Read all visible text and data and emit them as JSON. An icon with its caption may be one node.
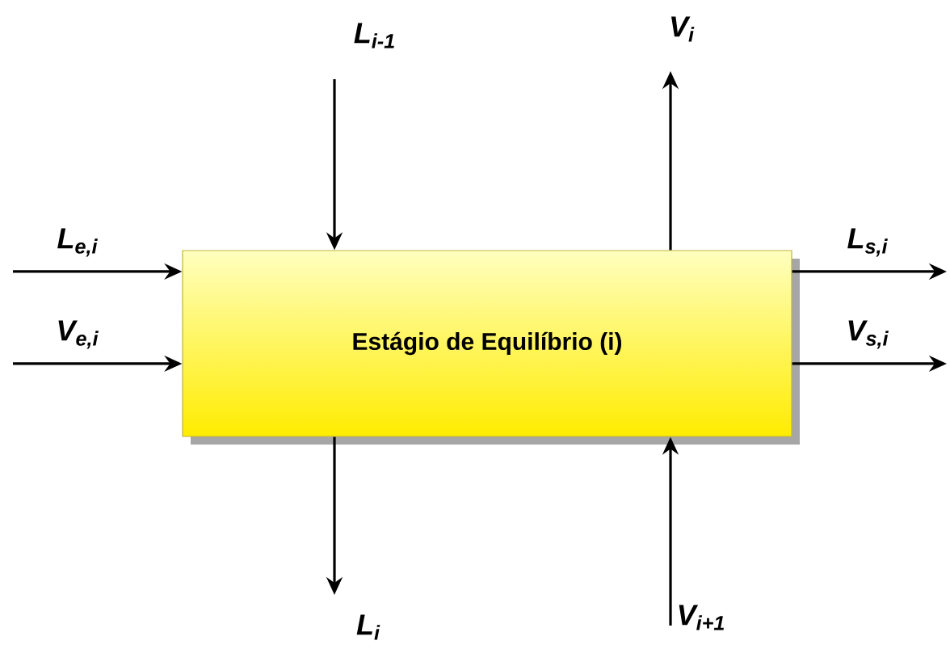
{
  "diagram": {
    "nodes": [
      {
        "text": [
          "Estágio de Equilíbrio (i)"
        ]
      },
      {
        "text": [
          "L$_{i-1}$"
        ]
      },
      {
        "text": [
          "V$_{i}$"
        ]
      },
      {
        "text": [
          "L$_{e,i}$"
        ]
      },
      {
        "text": [
          "V$_{e,i}$"
        ]
      },
      {
        "text": [
          "L$_{s,i}$"
        ]
      },
      {
        "text": [
          "V$_{s,i}$"
        ]
      },
      {
        "text": [
          "L$_{i}$"
        ]
      },
      {
        "text": [
          "V$_{i+1}$"
        ]
      }
    ],
    "edges": [
      {
        "from": 1,
        "to": 0,
        "arrow": "to"
      },
      {
        "from": 0,
        "to": 2,
        "arrow": "to"
      },
      {
        "from": 3,
        "to": 0,
        "arrow": "to"
      },
      {
        "from": 4,
        "to": 0,
        "arrow": "to"
      },
      {
        "from": 0,
        "to": 5,
        "arrow": "to"
      },
      {
        "from": 0,
        "to": 6,
        "arrow": "to"
      },
      {
        "from": 0,
        "to": 7,
        "arrow": "to"
      },
      {
        "from": 8,
        "to": 0,
        "arrow": "to"
      }
    ]
  }
}
